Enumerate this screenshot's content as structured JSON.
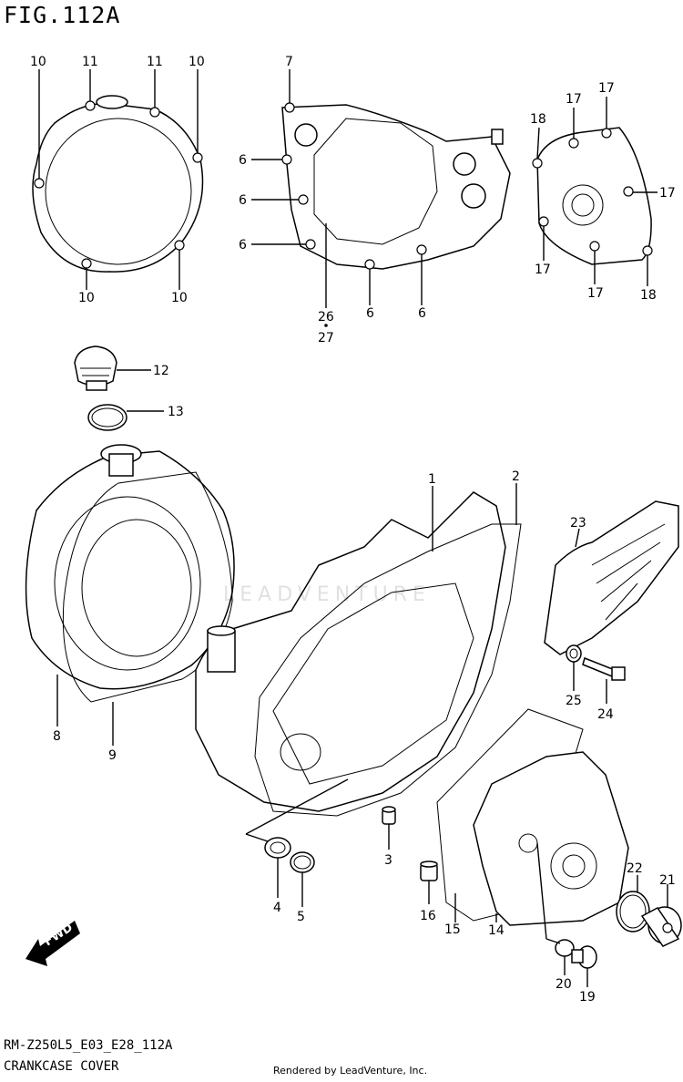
{
  "figure": {
    "title": "FIG.112A",
    "model_code": "RM-Z250L5_E03_E28_112A",
    "caption": "CRANKCASE COVER",
    "credit": "Rendered by LeadVenture, Inc.",
    "watermark": "LEADVENTURE",
    "direction_label": "FWD"
  },
  "callouts": {
    "c1": "1",
    "c2": "2",
    "c3": "3",
    "c4": "4",
    "c5": "5",
    "c6a": "6",
    "c6b": "6",
    "c6c": "6",
    "c6d": "6",
    "c6e": "6",
    "c7": "7",
    "c8": "8",
    "c9": "9",
    "c10a": "10",
    "c10b": "10",
    "c10c": "10",
    "c10d": "10",
    "c11a": "11",
    "c11b": "11",
    "c12": "12",
    "c13": "13",
    "c14": "14",
    "c15": "15",
    "c16": "16",
    "c17a": "17",
    "c17b": "17",
    "c17c": "17",
    "c17d": "17",
    "c17e": "17",
    "c18a": "18",
    "c18b": "18",
    "c19": "19",
    "c20": "20",
    "c21": "21",
    "c22": "22",
    "c23": "23",
    "c24": "24",
    "c25": "25",
    "c26": "26",
    "c27": "27"
  }
}
